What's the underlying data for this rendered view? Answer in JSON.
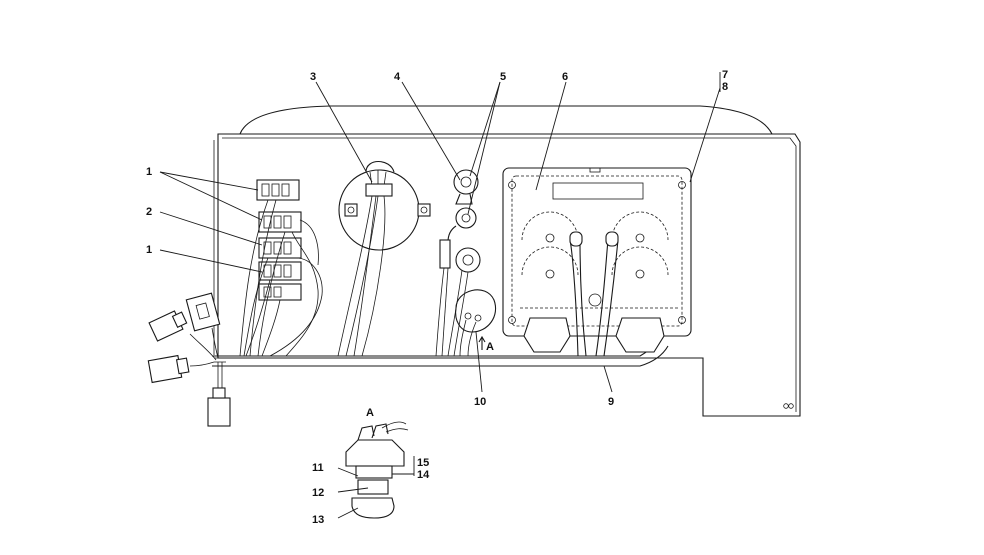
{
  "callouts": {
    "c1a": "1",
    "c1b": "1",
    "c2": "2",
    "c3": "3",
    "c4": "4",
    "c5": "5",
    "c6": "6",
    "c7": "7",
    "c8": "8",
    "c9": "9",
    "c10": "10",
    "c11": "11",
    "c12": "12",
    "c13": "13",
    "c14": "14",
    "c15": "15"
  },
  "view_marker": "A",
  "detail_title": "A"
}
